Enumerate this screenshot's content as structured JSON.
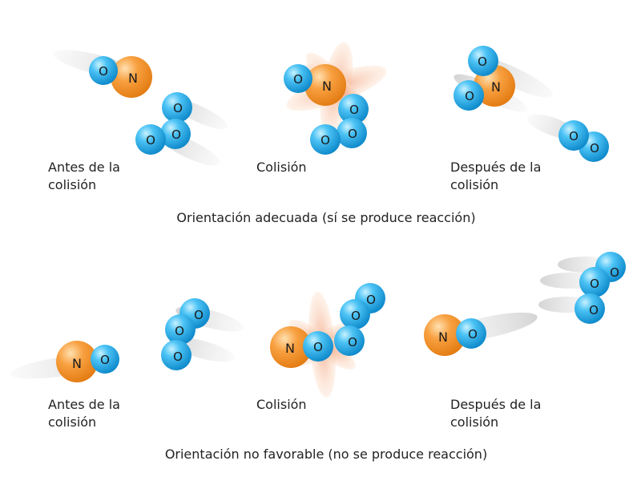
{
  "atoms": {
    "nitrogen": "N",
    "oxygen": "O"
  },
  "colors": {
    "oxygen_fill": "#1aa7e4",
    "oxygen_light": "#9fe3ff",
    "nitrogen_fill": "#f4901f",
    "nitrogen_light": "#ffd29a",
    "flash": "#f5a273",
    "trail": "#d9d9d9"
  },
  "top": {
    "before": "Antes de la colisión",
    "collision": "Colisión",
    "after": "Después de la colisión",
    "caption": "Orientación adecuada (sí se produce reacción)"
  },
  "bottom": {
    "before": "Antes de la colisión",
    "collision": "Colisión",
    "after": "Después de la colisión",
    "caption": "Orientación no favorable (no se produce reacción)"
  }
}
